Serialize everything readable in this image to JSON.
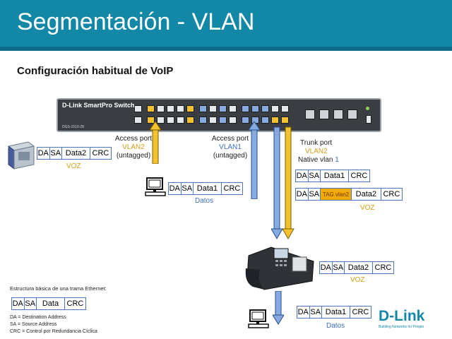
{
  "header": {
    "title": "Segmentación - VLAN",
    "subtitle": "Configuración habitual de VoIP"
  },
  "switch": {
    "brand": "D-Link SmartPro Switch",
    "model": "DGS-1510-28"
  },
  "pbx": {
    "label": "IP PBX"
  },
  "access_port_voice": {
    "title": "Access port",
    "vlan": "VLAN2",
    "mode": "(untagged)"
  },
  "access_port_data": {
    "title": "Access port",
    "vlan": "VLAN1",
    "mode": "(untagged)"
  },
  "trunk_port": {
    "title": "Trunk port",
    "vlan": "VLAN2",
    "native_label": "Native vlan",
    "native_value": "1"
  },
  "frames": {
    "pbx_voice": {
      "da": "DA",
      "sa": "SA",
      "data": "Data2",
      "crc": "CRC",
      "caption": "VOZ"
    },
    "access_data": {
      "da": "DA",
      "sa": "SA",
      "data": "Data1",
      "crc": "CRC",
      "caption": "Datos"
    },
    "trunk_data": {
      "da": "DA",
      "sa": "SA",
      "data": "Data1",
      "crc": "CRC"
    },
    "trunk_voice": {
      "da": "DA",
      "sa": "SA",
      "tag": "TAG vlan2",
      "data": "Data2",
      "crc": "CRC",
      "caption": "VOZ"
    },
    "phone_voice": {
      "da": "DA",
      "sa": "SA",
      "data": "Data2",
      "crc": "CRC",
      "caption": "VOZ"
    },
    "pc_data": {
      "da": "DA",
      "sa": "SA",
      "data": "Data1",
      "crc": "CRC",
      "caption": "Datos"
    },
    "ethernet_basic": {
      "da": "DA",
      "sa": "SA",
      "data": "Data",
      "crc": "CRC"
    }
  },
  "legend": {
    "heading": "Estructura básica de una trama Ethernet:",
    "items": [
      "DA = Destination Address",
      "SA = Source Address",
      "CRC = Control por Redundancia Cíclica"
    ]
  },
  "logo": {
    "name": "D-Link",
    "tagline": "Building Networks for People"
  },
  "colors": {
    "header": "#1287a6",
    "voice": "#f2c230",
    "data": "#86a9df",
    "frame_border": "#4a78c2",
    "tag": "#f2a900"
  }
}
